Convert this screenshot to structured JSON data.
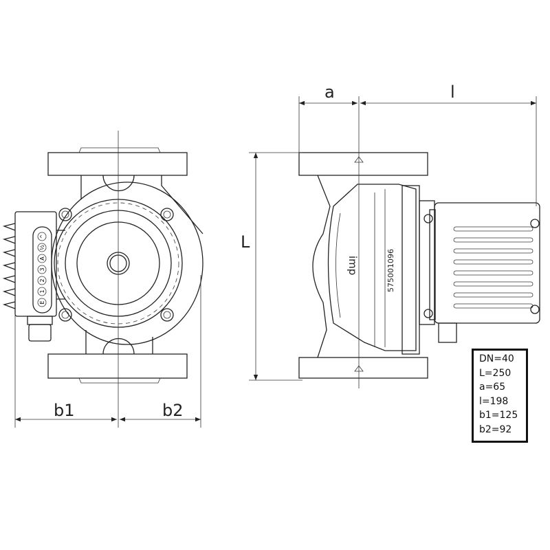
{
  "dimension_labels": {
    "a": "a",
    "l": "l",
    "L_side": "L",
    "b1": "b1",
    "b2": "b2"
  },
  "spec_box": [
    "DN=40",
    "L=250",
    "a=65",
    "l=198",
    "b1=125",
    "b2=92"
  ],
  "control_panel_symbols": [
    "E",
    "1",
    "2",
    "3",
    "A",
    "½",
    "^"
  ],
  "brand": "imp",
  "serial": "575001096"
}
